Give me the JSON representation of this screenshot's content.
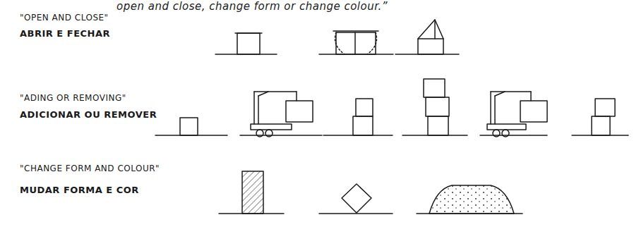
{
  "diagram": {
    "labels": [
      "open and close, change form or change colour.”",
      "\"OPEN AND CLOSE\"",
      "ABRIR E FECHAR",
      "\"ADING OR REMOVING\"",
      "ADICIONAR OU REMOVER",
      "\"CHANGE FORM AND COLOUR\"",
      "MUDAR FORMA E COR"
    ]
  }
}
